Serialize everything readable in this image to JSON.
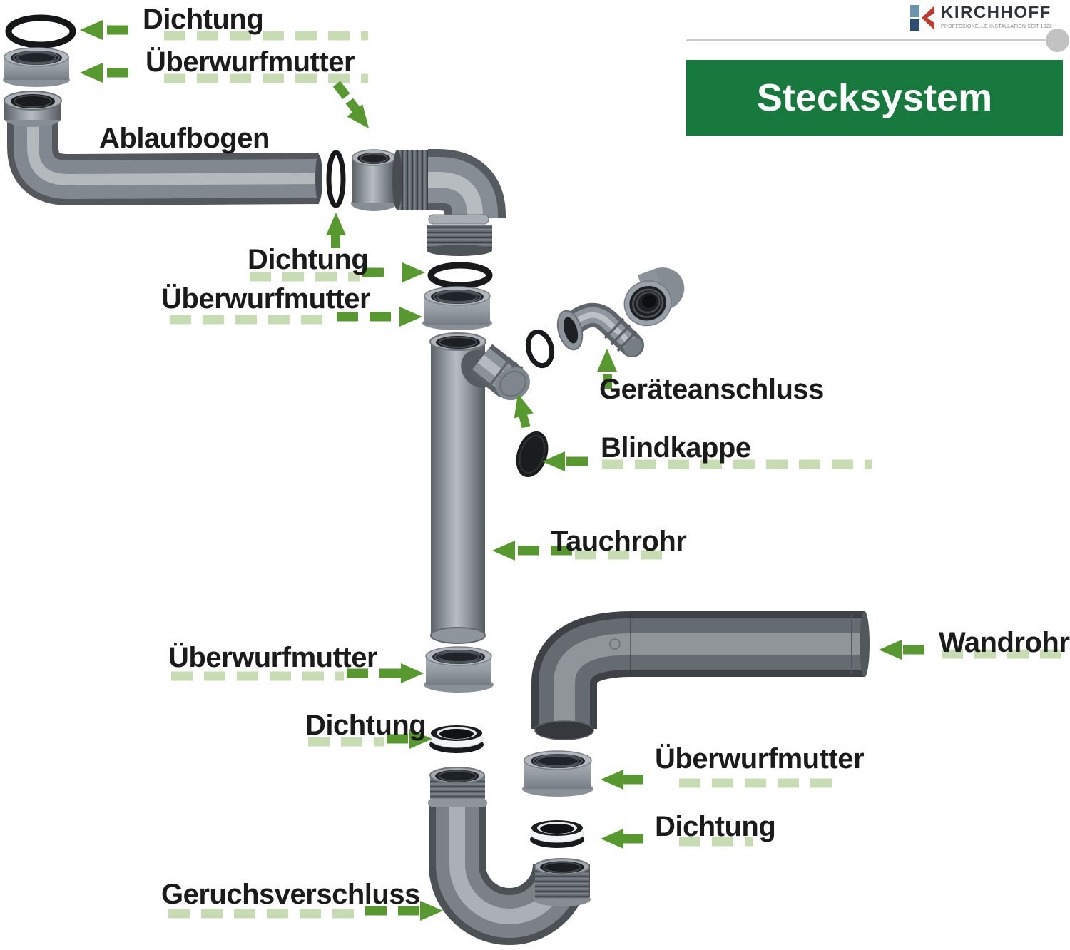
{
  "brand": {
    "name": "KIRCHHOFF",
    "tagline": "PROFESSIONELLE INSTALLATION SEIT 1922"
  },
  "banner": {
    "title": "Stecksystem"
  },
  "labels": {
    "dichtung_top": "Dichtung",
    "ueberwurfmutter_top": "Überwurfmutter",
    "ablaufbogen": "Ablaufbogen",
    "dichtung_mid": "Dichtung",
    "ueberwurfmutter_mid": "Überwurfmutter",
    "geraeteanschluss": "Geräteanschluss",
    "blindkappe": "Blindkappe",
    "tauchrohr": "Tauchrohr",
    "wandrohr": "Wandrohr",
    "ueberwurfmutter_left": "Überwurfmutter",
    "dichtung_left": "Dichtung",
    "ueberwurfmutter_right": "Überwurfmutter",
    "dichtung_right": "Dichtung",
    "geruchsverschluss": "Geruchsverschluss"
  },
  "colors": {
    "banner_green": "#17793E",
    "arrow_green": "#57992F",
    "arrow_pale": "#C8DCB4",
    "brand_red": "#C23B33",
    "brand_blue_dark": "#2C4D70",
    "brand_blue_light": "#6E93AC",
    "pipe_gray": "#868C93",
    "pipe_dark_gray": "#55595E"
  }
}
